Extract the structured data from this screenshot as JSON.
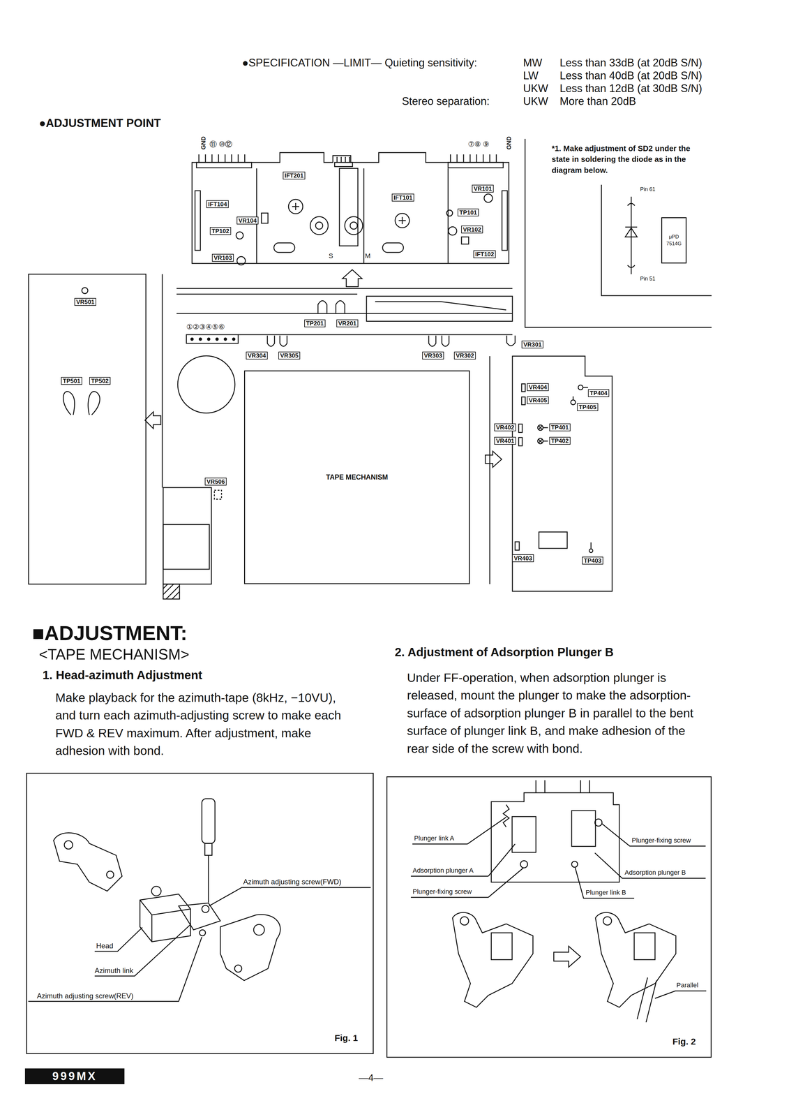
{
  "diagram": {
    "nodes": [
      {
        "text": [
          "*1. Make adjustment of SD2 under the state in soldering the diode as in the diagram below."
        ]
      },
      {
        "text": [
          "μPD 7514G"
        ],
        "in": 0
      },
      {
        "text": [
          "TAPE MECHANISM"
        ]
      },
      {
        "text": [
          "Fig. 1"
        ]
      },
      {
        "text": [
          "Fig. 2"
        ]
      },
      {
        "text": [
          "999MX"
        ]
      }
    ],
    "labels": [
      "●SPECIFICATION —LIMIT— Quieting sensitivity:",
      "MW",
      "Less than 33dB (at 20dB S/N)",
      "LW",
      "Less than 40dB (at 20dB S/N)",
      "UKW",
      "Less than 12dB (at 30dB S/N)",
      "Stereo separation:",
      "UKW",
      "More than 20dB",
      "●ADJUSTMENT POINT",
      "GND",
      "⑪ ⑩⑫",
      "⑦⑧ ⑨",
      "GND",
      "IFT104",
      "VR104",
      "TP102",
      "VR103",
      "IFT201",
      "S",
      "M",
      "IFT101",
      "VR101",
      "TP101",
      "VR102",
      "IFT102",
      "Pin 61",
      "Pin 51",
      "VR501",
      "TP501",
      "TP502",
      "TP201",
      "VR201",
      "①②③④⑤⑥",
      "VR304",
      "VR305",
      "VR303",
      "VR302",
      "VR301",
      "VR404",
      "TP404",
      "VR405",
      "TP405",
      "VR402",
      "TP401",
      "VR401",
      "TP402",
      "VR403",
      "TP403",
      "VR506",
      "■ADJUSTMENT:",
      "<TAPE MECHANISM>",
      "1. Head-azimuth Adjustment",
      "Make playback for the azimuth-tape (8kHz, −10VU), and turn each azimuth-adjusting screw to make each FWD & REV maximum. After adjustment, make adhesion with bond.",
      "2. Adjustment of Adsorption Plunger B",
      "Under FF-operation, when adsorption plunger is released, mount the plunger to make the adsorption-surface of adsorption plunger B in parallel to the bent surface of plunger link B, and make adhesion of the rear side of the screw with bond.",
      "Azimuth adjusting screw(FWD)",
      "Head",
      "Azimuth link",
      "Azimuth adjusting screw(REV)",
      "Plunger link A",
      "Adsorption plunger A",
      "Plunger-fixing screw",
      "Plunger-fixing screw",
      "Adsorption plunger B",
      "Plunger link B",
      "Parallel",
      "—4—"
    ]
  }
}
